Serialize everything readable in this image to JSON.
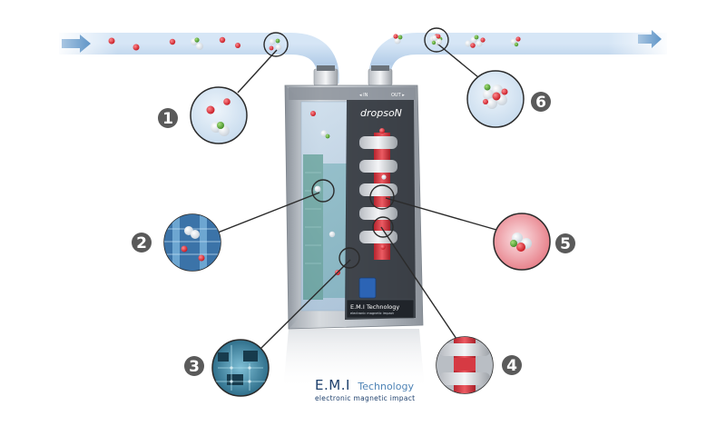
{
  "colors": {
    "pipe": "#b9d2ec",
    "water_molecule": "#ffffff",
    "mineral_red": "#e0323a",
    "mineral_green": "#5fae3c",
    "numeral_bg": "#5a5a5a",
    "emi_dark": "#1d3f6c",
    "emi_light": "#4f84b6"
  },
  "device": {
    "brand": "dropsoN",
    "in_label": "◂ IN",
    "out_label": "OUT ▸",
    "plate_title": "E.M.I Technology",
    "plate_sub": "electronic magnetic impact"
  },
  "callouts": [
    {
      "number": "1",
      "icon": "water-molecule-with-minerals"
    },
    {
      "number": "2",
      "icon": "pipe-interior-closeup"
    },
    {
      "number": "3",
      "icon": "circuit-board"
    },
    {
      "number": "4",
      "icon": "magnetic-coil"
    },
    {
      "number": "5",
      "icon": "crystallized-molecule"
    },
    {
      "number": "6",
      "icon": "clustered-crystals"
    }
  ],
  "logo": {
    "title": "E.M.I",
    "tech": "Technology",
    "subtitle": "electronic magnetic impact"
  }
}
